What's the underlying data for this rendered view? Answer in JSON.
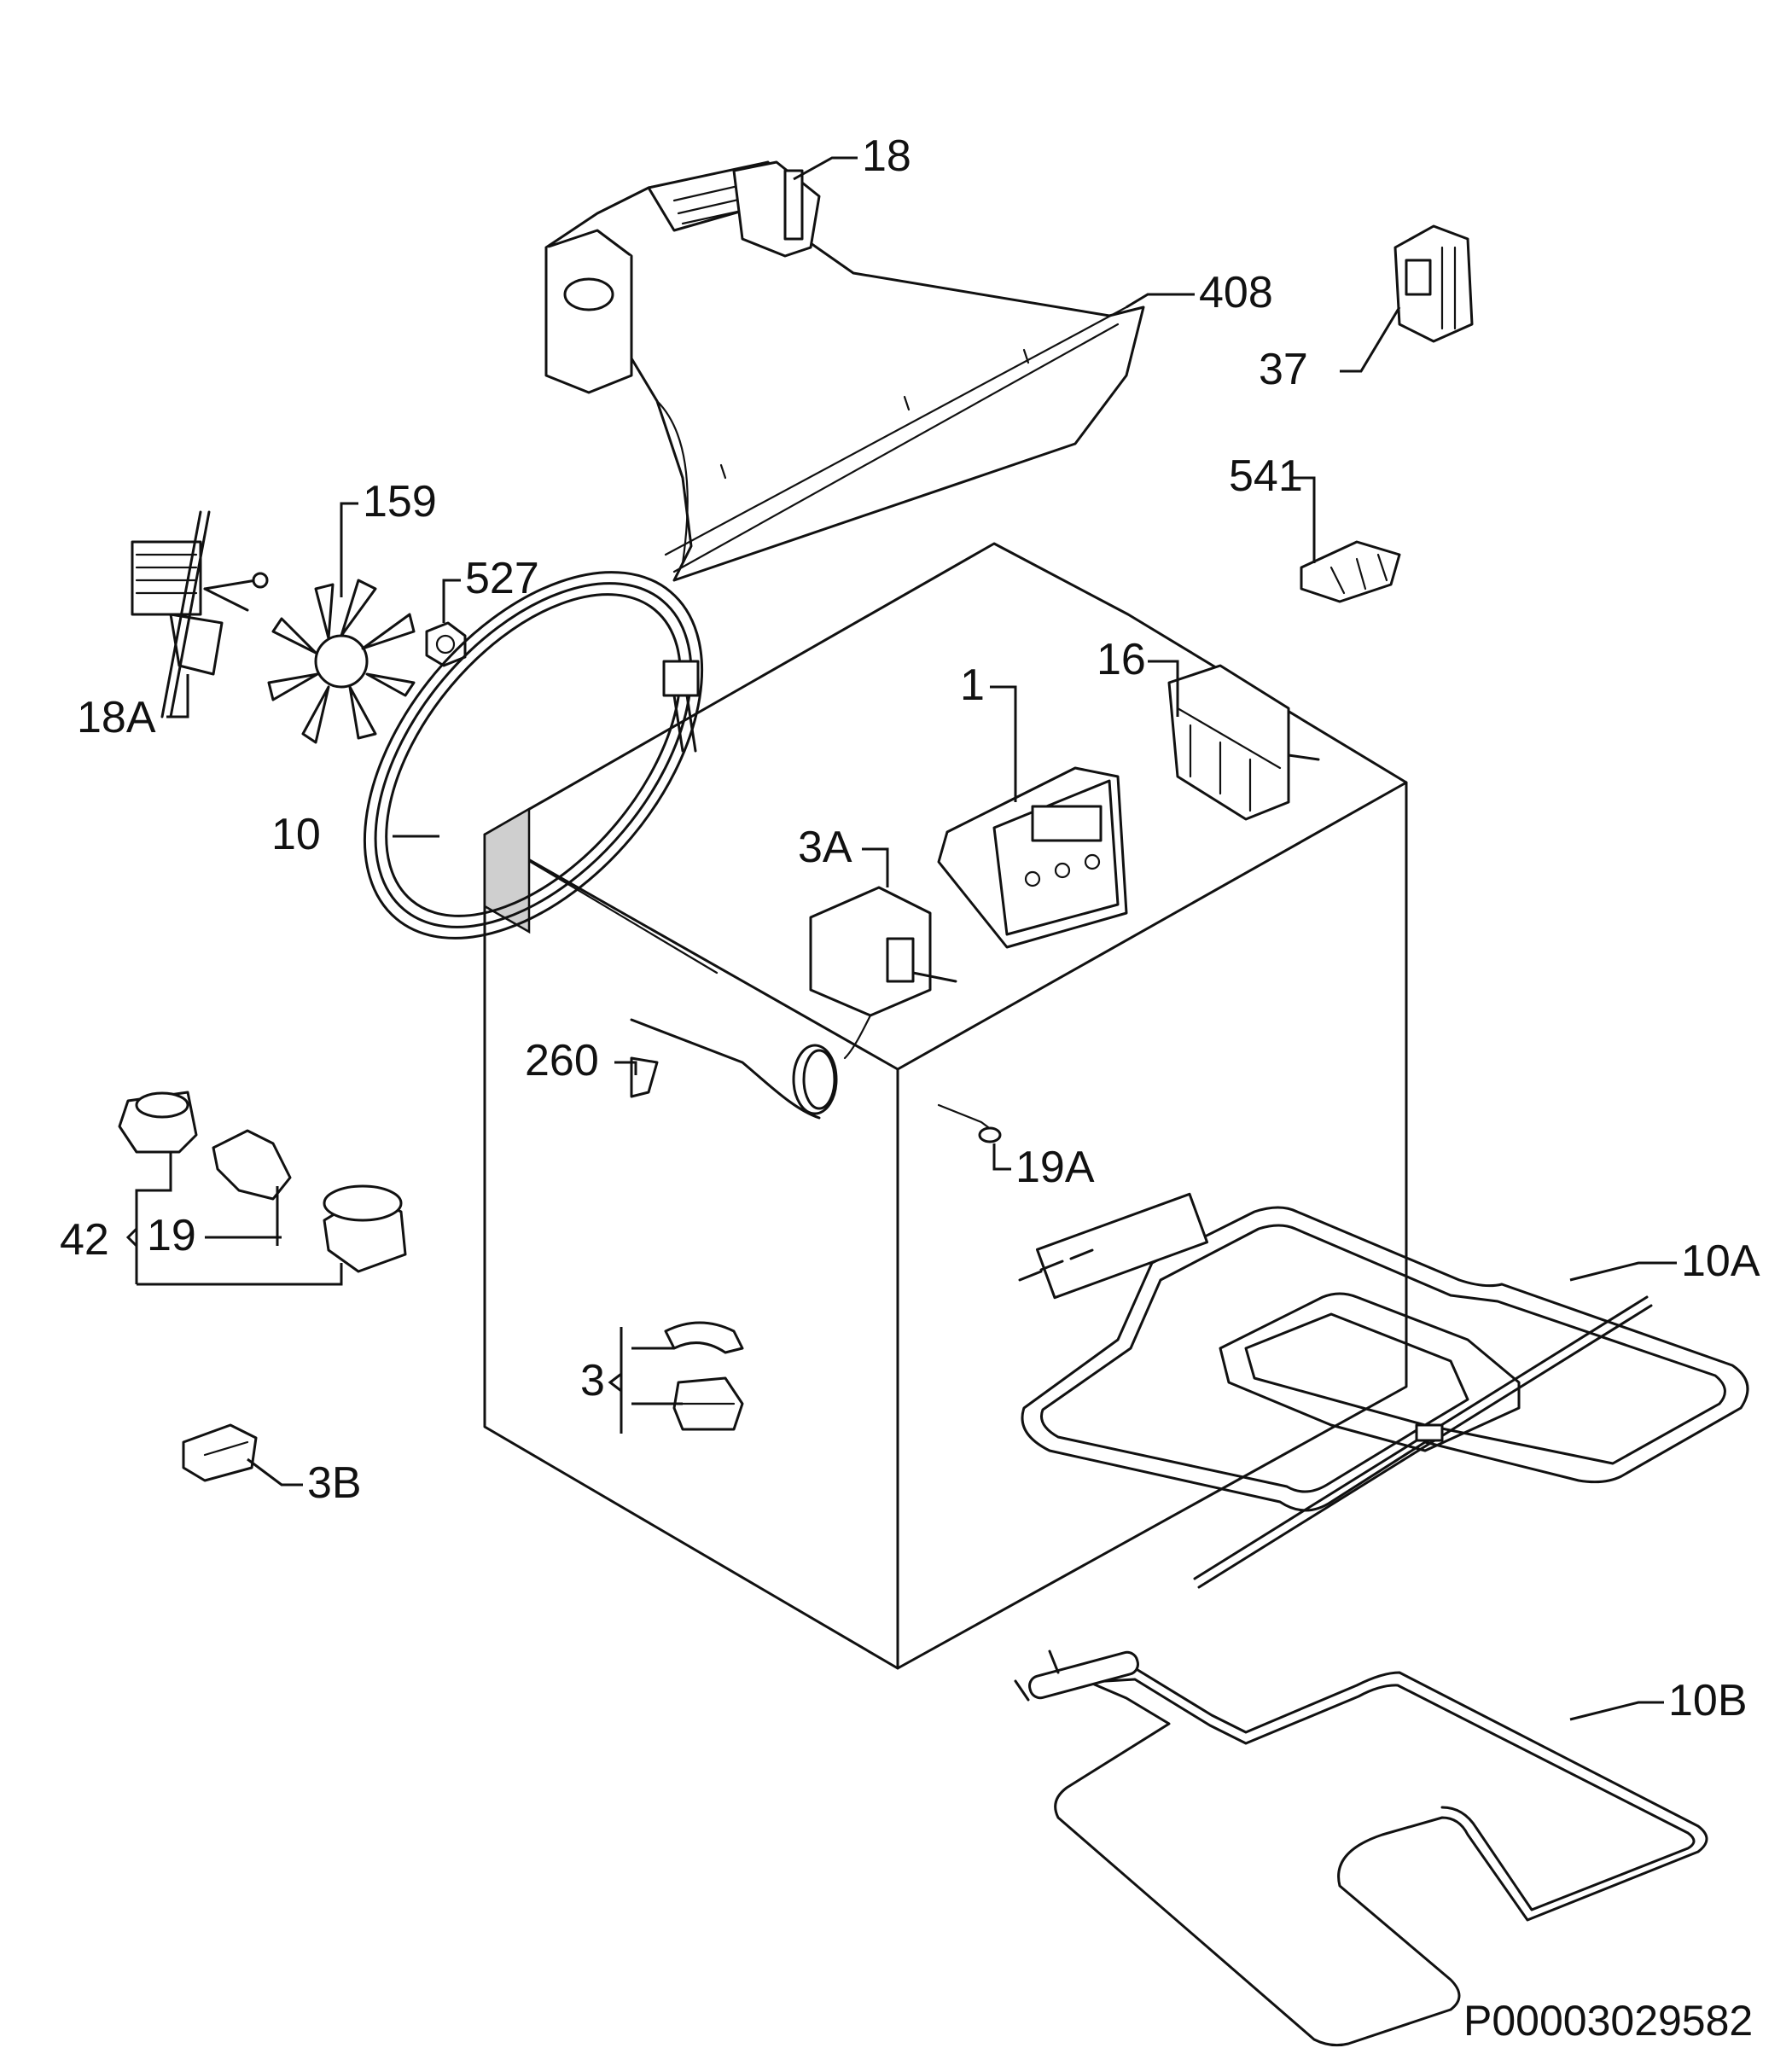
{
  "diagram": {
    "reference": "P00003029582",
    "labels": {
      "l18": "18",
      "l408": "408",
      "l37": "37",
      "l541": "541",
      "l159": "159",
      "l527": "527",
      "l18a": "18A",
      "l16": "16",
      "l1": "1",
      "l10": "10",
      "l3a": "3A",
      "l260": "260",
      "l19a": "19A",
      "l10a": "10A",
      "l42": "42",
      "l19": "19",
      "l3": "3",
      "l3b": "3B",
      "l10b": "10B"
    }
  }
}
